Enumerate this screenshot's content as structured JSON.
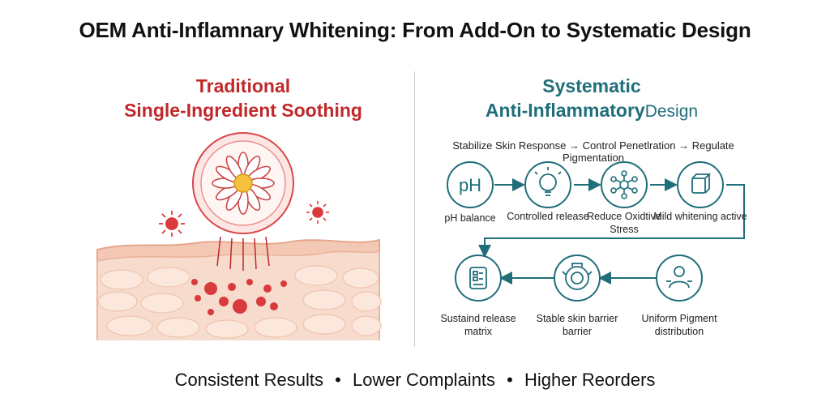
{
  "title": "OEM Anti-Inflamnary Whitening: From Add-On to Systematic Design",
  "left": {
    "heading_line1": "Traditional",
    "heading_line2": "Single-Ingredient Soothing"
  },
  "right": {
    "heading_line1": "Systematic",
    "heading_line2a": "Anti-Inflammatory",
    "heading_line2b": "Design",
    "flow_caption": "Stabilize Skin Response → Control Penetlration → Regulate Pigmentation",
    "top_row": [
      {
        "icon": "ph-icon",
        "icon_text": "pH",
        "label": "pH balance"
      },
      {
        "icon": "lightbulb-icon",
        "label": "Controlled release"
      },
      {
        "icon": "molecule-icon",
        "label": "Reduce Oxidtive Stress"
      },
      {
        "icon": "cube-icon",
        "label": "Mild whitening active"
      }
    ],
    "bottom_row": [
      {
        "icon": "matrix-tablet-icon",
        "label": "Sustaind release matrix"
      },
      {
        "icon": "shield-circle-icon",
        "label": "Stable skin barrier barrier"
      },
      {
        "icon": "person-icon",
        "label": "Uniform Pigment distribution"
      }
    ]
  },
  "colors": {
    "red": "#c0282b",
    "teal": "#1f6e7a",
    "skin": "#f6d6c6",
    "skin_cell": "#f9e4d8"
  },
  "bottom_banner": {
    "item1": "Consistent Results",
    "item2": "Lower Complaints",
    "item3": "Higher Reorders",
    "separator": "•"
  }
}
